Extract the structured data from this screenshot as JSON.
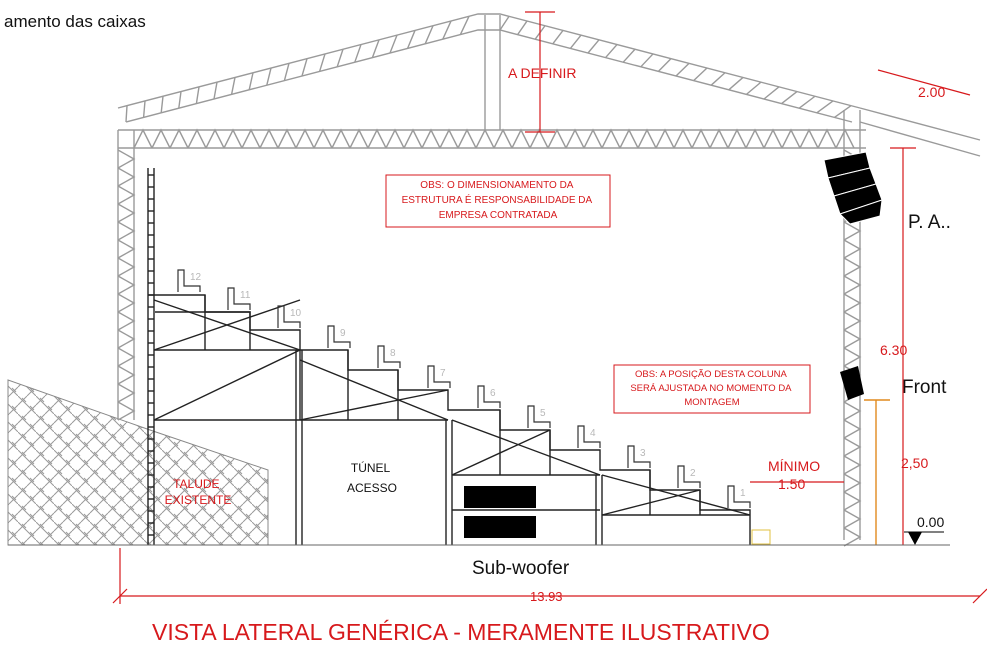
{
  "header": {
    "caption": "amento das caixas"
  },
  "dimensions": {
    "roof_height": "A DEFINIR",
    "overhang": "2.00",
    "total_height": "6.30",
    "front_height": "2,50",
    "floor_level": "0.00",
    "min_label": "MÍNIMO",
    "min_value": "1.50",
    "total_width": "13.93"
  },
  "notes": {
    "structure": [
      "OBS: O DIMENSIONAMENTO DA",
      "ESTRUTURA É RESPONSABILIDADE DA",
      "EMPRESA CONTRATADA"
    ],
    "column": [
      "OBS: A POSIÇÃO DESTA COLUNA",
      "SERÁ AJUSTADA NO MOMENTO DA",
      "MONTAGEM"
    ]
  },
  "labels": {
    "pa": "P. A..",
    "front": "Front",
    "subwoofer": "Sub-woofer",
    "tunnel": [
      "TÚNEL",
      "ACESSO"
    ],
    "slope": [
      "TALUDE",
      "EXISTENTE"
    ]
  },
  "rows": [
    "1",
    "2",
    "3",
    "4",
    "5",
    "6",
    "7",
    "8",
    "9",
    "10",
    "11",
    "12"
  ],
  "title": "VISTA LATERAL GENÉRICA - MERAMENTE ILUSTRATIVO",
  "colors": {
    "annotation": "#d7191c",
    "structure": "#222222",
    "truss": "#9a9a9a",
    "dimension_orange": "#e08a1e"
  }
}
